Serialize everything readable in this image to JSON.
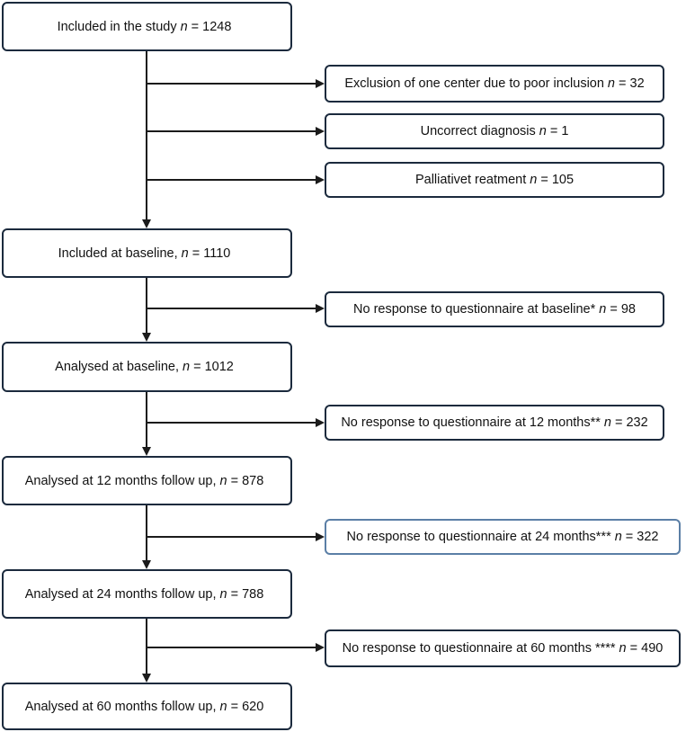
{
  "main_boxes": [
    {
      "label": "Included in the study",
      "n": "1248"
    },
    {
      "label": "Included at baseline,",
      "n": "1110"
    },
    {
      "label": "Analysed at baseline,",
      "n": "1012"
    },
    {
      "label": "Analysed at 12 months follow up,",
      "n": "878"
    },
    {
      "label": "Analysed at 24 months follow up,",
      "n": "788"
    },
    {
      "label": "Analysed at 60 months follow up,",
      "n": "620"
    }
  ],
  "exclusion_boxes": [
    {
      "label": "Exclusion of one center due to poor inclusion",
      "n": "32"
    },
    {
      "label": "Uncorrect diagnosis",
      "n": "1"
    },
    {
      "label": "Palliativet reatment",
      "n": "105"
    },
    {
      "label": "No response to questionnaire at baseline*",
      "n": "98"
    },
    {
      "label": "No response to questionnaire at 12 months**",
      "n": "232"
    },
    {
      "label": "No response to questionnaire at 24 months***",
      "n": "322"
    },
    {
      "label": "No response to questionnaire at 60 months ****",
      "n": "490"
    }
  ],
  "n_symbol": "n",
  "eq_symbol": "="
}
